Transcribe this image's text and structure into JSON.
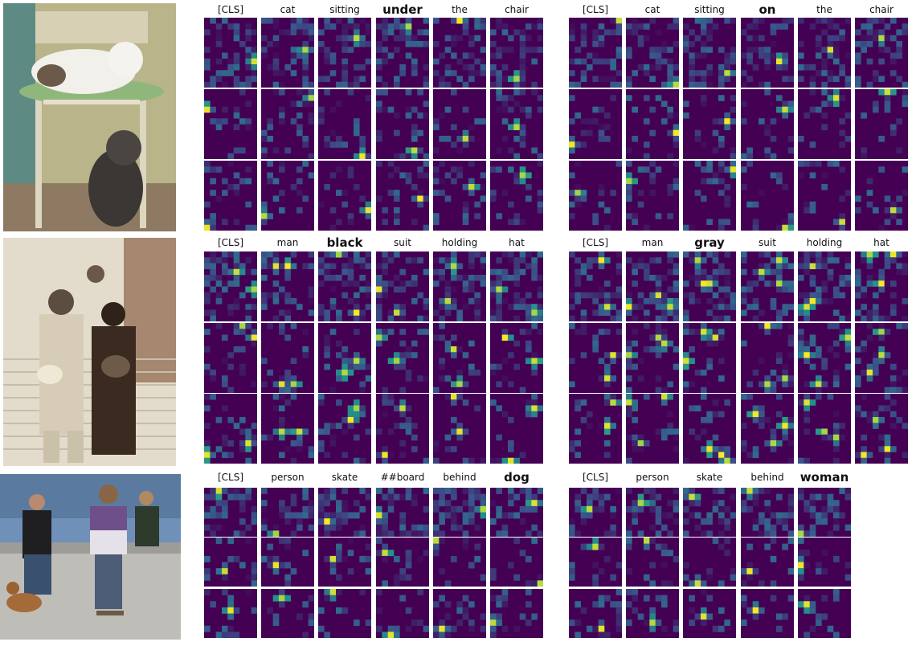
{
  "rows": [
    {
      "photo": {
        "name": "cat-chair-photo",
        "scene": "cats-under-chair"
      },
      "panels": [
        {
          "tokens": [
            {
              "label": "[CLS]",
              "bold": false
            },
            {
              "label": "cat",
              "bold": false
            },
            {
              "label": "sitting",
              "bold": false
            },
            {
              "label": "under",
              "bold": true
            },
            {
              "label": "the",
              "bold": false
            },
            {
              "label": "chair",
              "bold": false
            }
          ]
        },
        {
          "tokens": [
            {
              "label": "[CLS]",
              "bold": false
            },
            {
              "label": "cat",
              "bold": false
            },
            {
              "label": "sitting",
              "bold": false
            },
            {
              "label": "on",
              "bold": true
            },
            {
              "label": "the",
              "bold": false
            },
            {
              "label": "chair",
              "bold": false
            }
          ]
        }
      ]
    },
    {
      "photo": {
        "name": "men-in-suits-photo",
        "scene": "men-in-suits"
      },
      "panels": [
        {
          "tokens": [
            {
              "label": "[CLS]",
              "bold": false
            },
            {
              "label": "man",
              "bold": false
            },
            {
              "label": "black",
              "bold": true
            },
            {
              "label": "suit",
              "bold": false
            },
            {
              "label": "holding",
              "bold": false
            },
            {
              "label": "hat",
              "bold": false
            }
          ]
        },
        {
          "tokens": [
            {
              "label": "[CLS]",
              "bold": false
            },
            {
              "label": "man",
              "bold": false
            },
            {
              "label": "gray",
              "bold": true
            },
            {
              "label": "suit",
              "bold": false
            },
            {
              "label": "holding",
              "bold": false
            },
            {
              "label": "hat",
              "bold": false
            }
          ]
        }
      ]
    },
    {
      "photo": {
        "name": "skateboard-dog-photo",
        "scene": "skateboard-dog"
      },
      "panels": [
        {
          "tokens": [
            {
              "label": "[CLS]",
              "bold": false
            },
            {
              "label": "person",
              "bold": false
            },
            {
              "label": "skate",
              "bold": false
            },
            {
              "label": "##board",
              "bold": false
            },
            {
              "label": "behind",
              "bold": false
            },
            {
              "label": "dog",
              "bold": true
            }
          ]
        },
        {
          "tokens": [
            {
              "label": "[CLS]",
              "bold": false
            },
            {
              "label": "person",
              "bold": false
            },
            {
              "label": "skate",
              "bold": false
            },
            {
              "label": "behind",
              "bold": false
            },
            {
              "label": "woman",
              "bold": true
            }
          ]
        }
      ]
    }
  ],
  "colormap": [
    "#440154",
    "#3b528b",
    "#21918c",
    "#5ec962",
    "#fde725"
  ]
}
